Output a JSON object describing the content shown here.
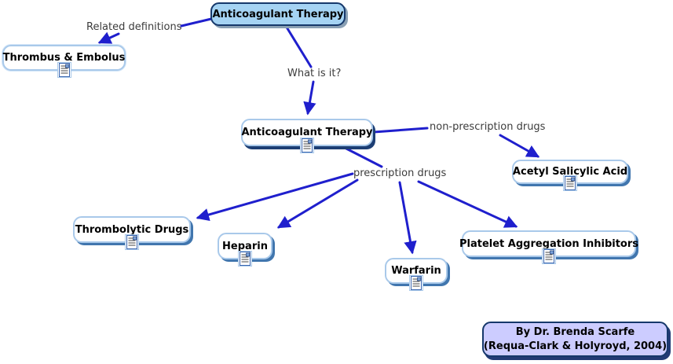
{
  "diagram": {
    "type": "concept-map",
    "topic": "Anticoagulant Therapy"
  },
  "nodes": {
    "root": {
      "label": "Anticoagulant Therapy"
    },
    "thrombus": {
      "label": "Thrombus & Embolus"
    },
    "center": {
      "label": "Anticoagulant Therapy"
    },
    "acetyl": {
      "label": "Acetyl Salicylic Acid"
    },
    "thrombolytic": {
      "label": "Thrombolytic Drugs"
    },
    "heparin": {
      "label": "Heparin"
    },
    "warfarin": {
      "label": "Warfarin"
    },
    "platelet": {
      "label": "Platelet Aggregation Inhibitors"
    },
    "credit": {
      "line1": "By Dr. Brenda Scarfe",
      "line2": "(Requa-Clark & Holyroyd, 2004)"
    }
  },
  "links": {
    "related_definitions": {
      "label": "Related definitions",
      "from": "root",
      "to": [
        "thrombus"
      ]
    },
    "what_is_it": {
      "label": "What is it?",
      "from": "root",
      "to": [
        "center"
      ]
    },
    "non_prescription_drugs": {
      "label": "non-prescription drugs",
      "from": "center",
      "to": [
        "acetyl"
      ]
    },
    "prescription_drugs": {
      "label": "prescription drugs",
      "from": "center",
      "to": [
        "thrombolytic",
        "heparin",
        "warfarin",
        "platelet"
      ]
    }
  },
  "icons": {
    "resource": "document-resource-icon"
  },
  "colors": {
    "arrow": "#1f1fcd",
    "root_fill": "#a5d3f3",
    "node_fill": "#ffffff",
    "node_border_light": "#a9c9ea",
    "node_border_dark": "#16386b",
    "child_shadow": "#4176ae",
    "center_shadow": "#1c3e74",
    "root_shadow": "#8aa0b4",
    "credit_fill": "#ccccff",
    "label_text": "#3c3c3c"
  }
}
